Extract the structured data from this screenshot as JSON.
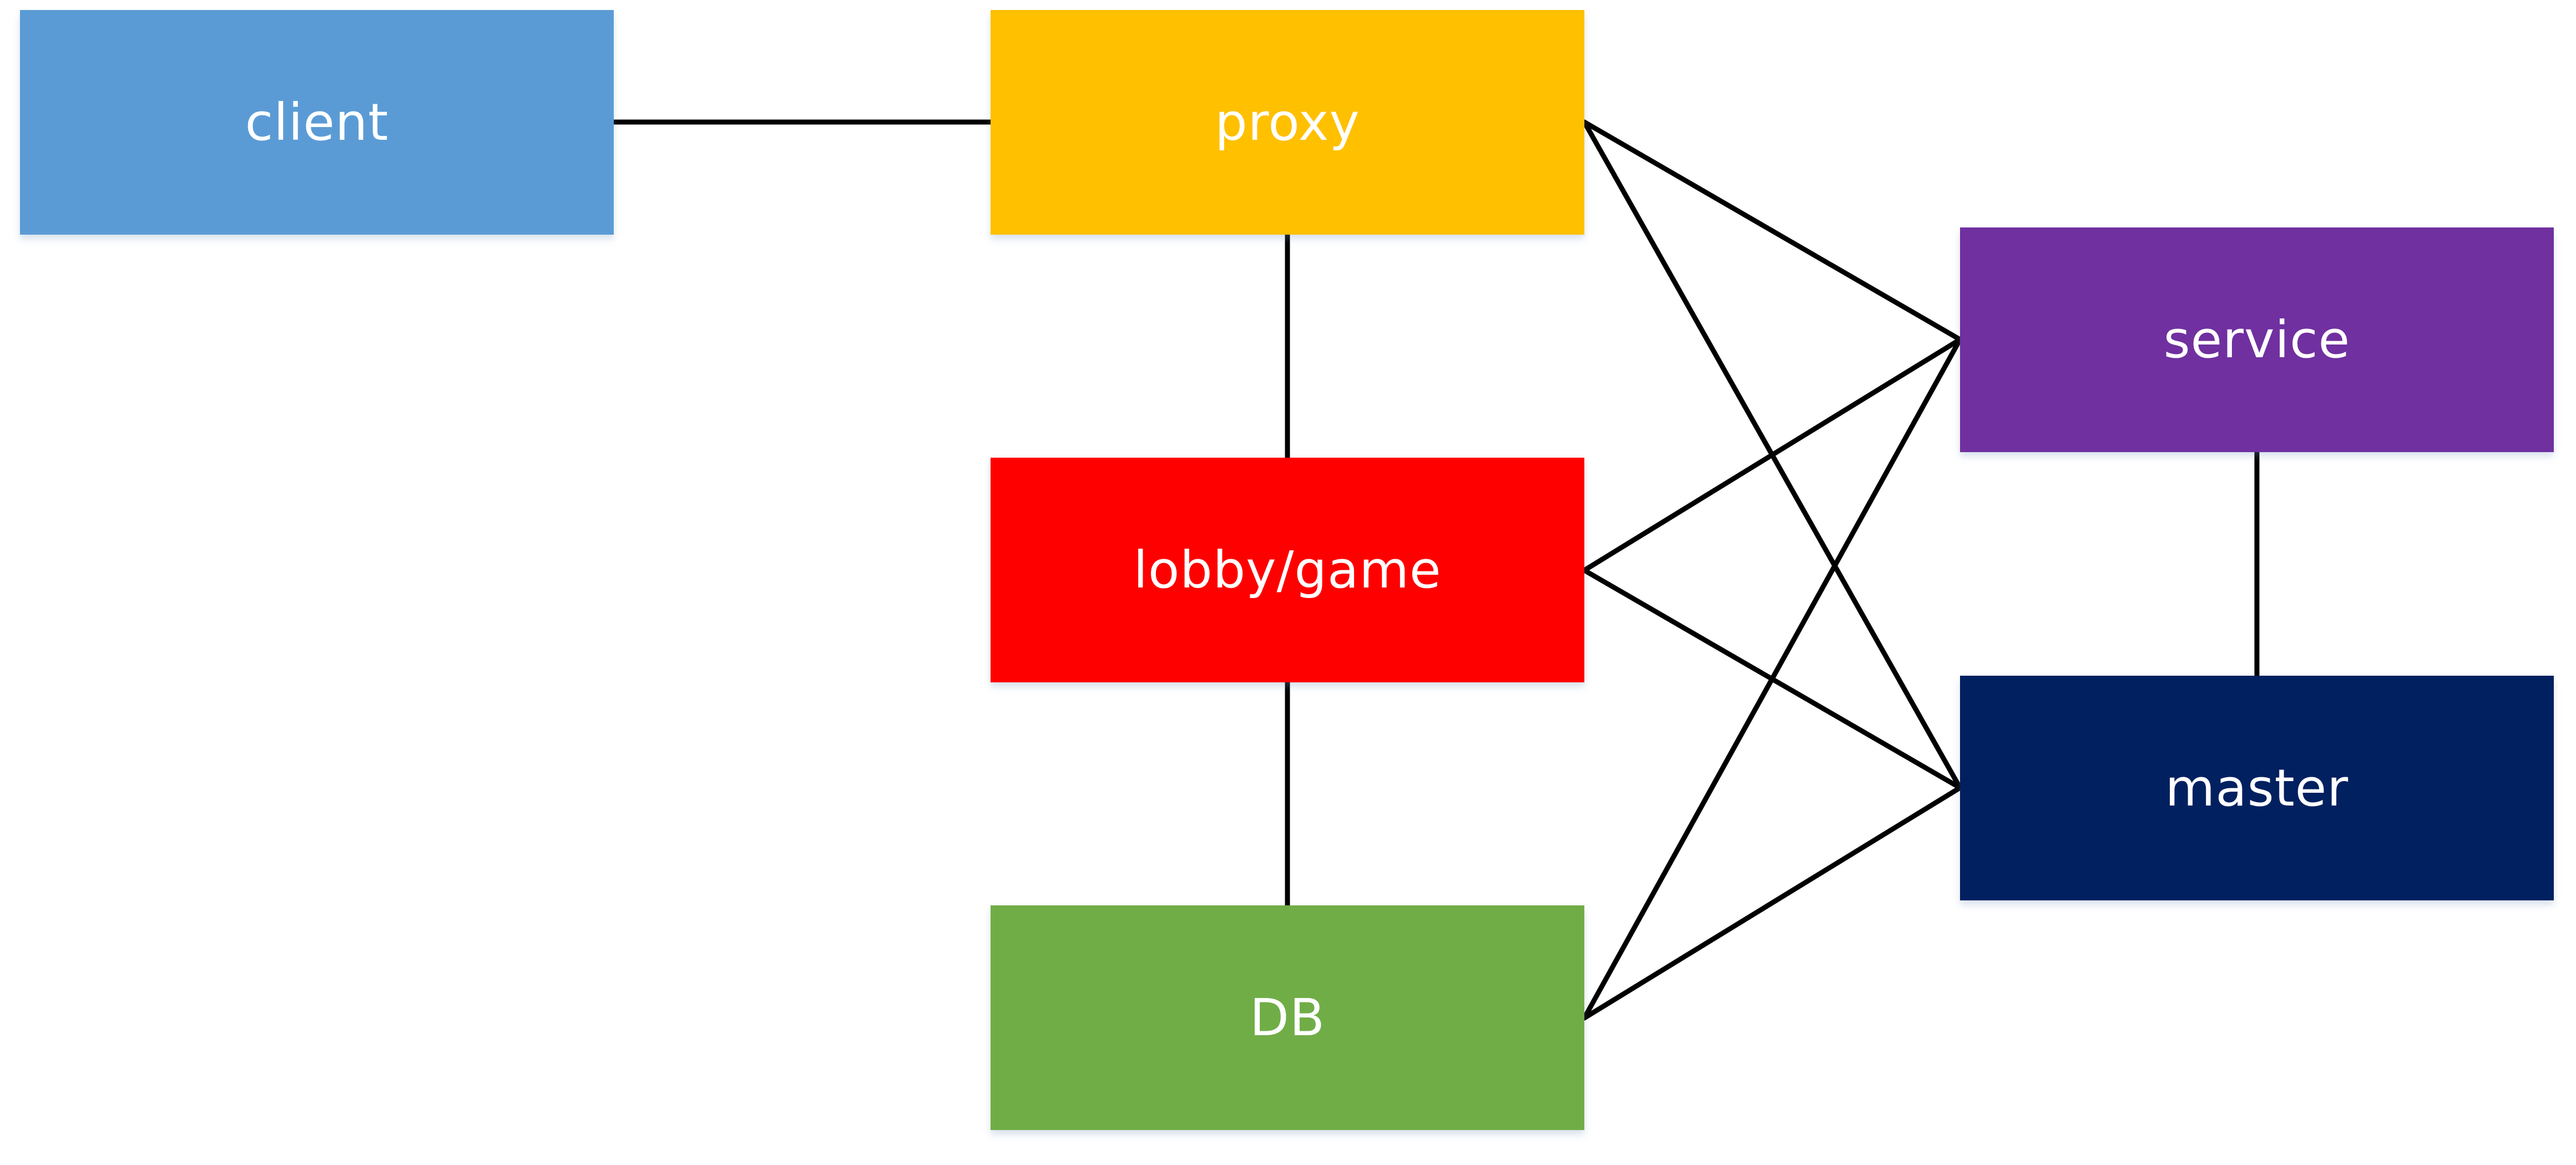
{
  "diagram": {
    "nodes": {
      "client": {
        "label": "client",
        "color": "#5B9BD5"
      },
      "proxy": {
        "label": "proxy",
        "color": "#FFC000"
      },
      "lobby": {
        "label": "lobby/game",
        "color": "#FF0000"
      },
      "db": {
        "label": "DB",
        "color": "#70AD47"
      },
      "service": {
        "label": "service",
        "color": "#7030A0"
      },
      "master": {
        "label": "master",
        "color": "#002060"
      }
    },
    "edges": [
      {
        "from": "client",
        "to": "proxy"
      },
      {
        "from": "proxy",
        "to": "lobby"
      },
      {
        "from": "lobby",
        "to": "db"
      },
      {
        "from": "service",
        "to": "master"
      },
      {
        "from": "proxy",
        "to": "service"
      },
      {
        "from": "proxy",
        "to": "master"
      },
      {
        "from": "lobby",
        "to": "service"
      },
      {
        "from": "lobby",
        "to": "master"
      },
      {
        "from": "db",
        "to": "service"
      },
      {
        "from": "db",
        "to": "master"
      }
    ]
  }
}
